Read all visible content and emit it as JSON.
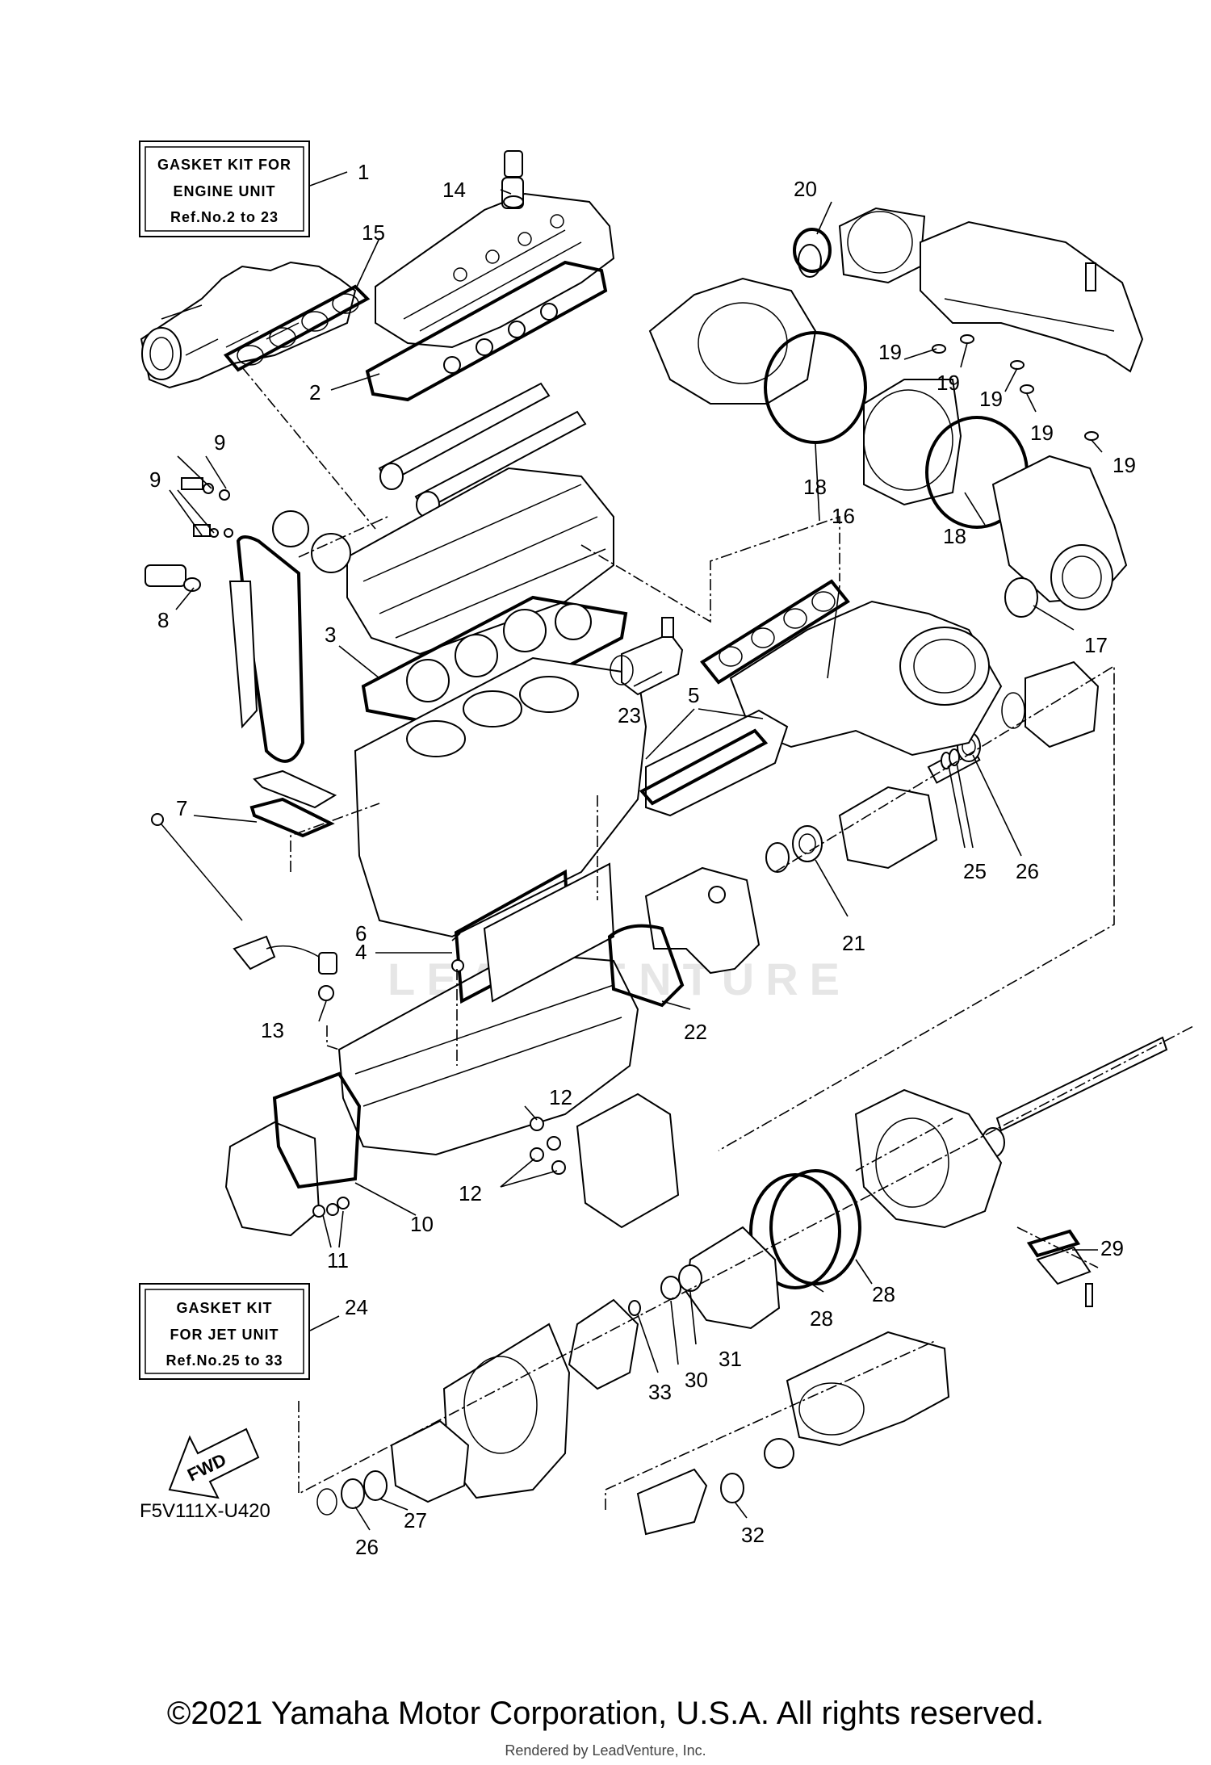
{
  "kit_engine": {
    "line1": "GASKET KIT FOR",
    "line2": "ENGINE UNIT",
    "line3": "Ref.No.2 to 23"
  },
  "kit_jet": {
    "line1": "GASKET KIT",
    "line2": "FOR JET UNIT",
    "line3": "Ref.No.25 to 33"
  },
  "fwd_label": "FWD",
  "diagram_code": "F5V111X-U420",
  "watermark": "LEADVENTURE",
  "copyright": "©2021 Yamaha Motor Corporation, U.S.A. All rights reserved.",
  "rendered_by": "Rendered by LeadVenture, Inc.",
  "callouts": [
    "1",
    "2",
    "3",
    "4",
    "5",
    "6",
    "7",
    "8",
    "9",
    "9",
    "10",
    "11",
    "12",
    "12",
    "13",
    "14",
    "15",
    "16",
    "17",
    "18",
    "18",
    "19",
    "19",
    "19",
    "19",
    "19",
    "20",
    "21",
    "22",
    "23",
    "24",
    "25",
    "26",
    "26",
    "27",
    "28",
    "28",
    "29",
    "30",
    "31",
    "32",
    "33"
  ]
}
